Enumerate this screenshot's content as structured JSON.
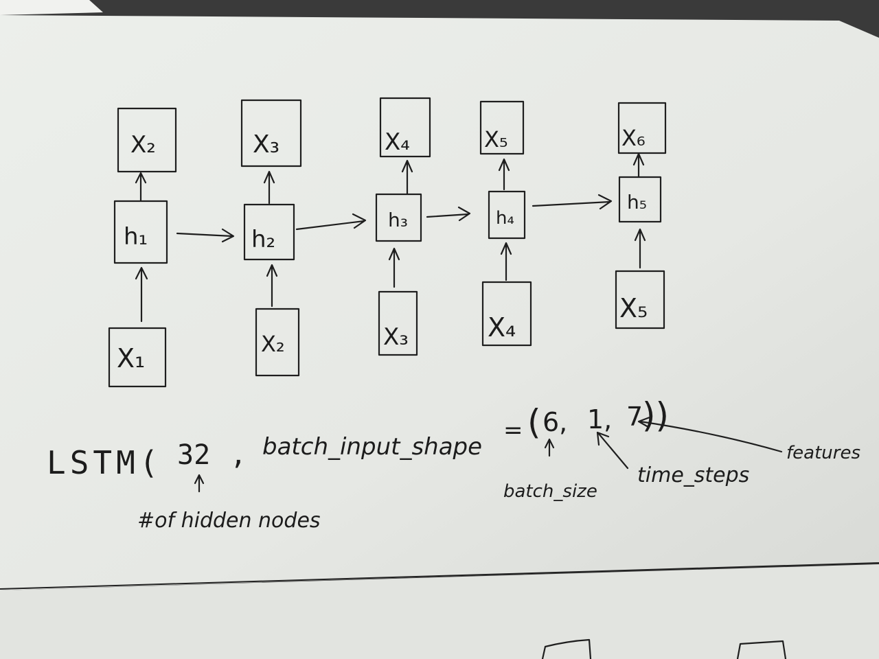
{
  "colors": {
    "paper": "#e9ebe8",
    "ink": "#1c1c1c",
    "background": "#3a3a3a"
  },
  "diagram": {
    "columns": [
      {
        "output": "X₂",
        "hidden": "h₁",
        "input": "X₁"
      },
      {
        "output": "X₃",
        "hidden": "h₂",
        "input": "X₂"
      },
      {
        "output": "X₄",
        "hidden": "h₃",
        "input": "X₃"
      },
      {
        "output": "X₅",
        "hidden": "h₄",
        "input": "X₄"
      },
      {
        "output": "X₆",
        "hidden": "h₅",
        "input": "X₅"
      }
    ]
  },
  "formula": {
    "prefix": "LSTM(",
    "units": "32",
    "comma1": ",",
    "argname": "batch_input_shape",
    "equals": "=",
    "open_paren": "(",
    "batch": "6,",
    "steps": "1,",
    "features": "7",
    "close_parens": "))"
  },
  "annotations": {
    "units_label": "#of hidden nodes",
    "batch_label": "batch_size",
    "steps_label": "time_steps",
    "features_label": "features"
  }
}
